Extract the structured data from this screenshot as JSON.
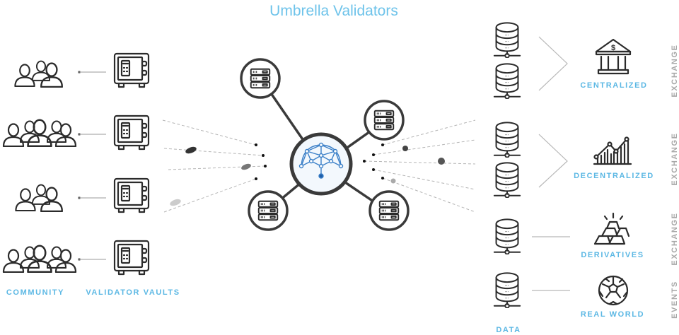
{
  "title": "Umbrella Validators",
  "left": {
    "community_label": "COMMUNITY",
    "vaults_label": "VALIDATOR VAULTS"
  },
  "right": {
    "data_label": "DATA",
    "sources": [
      {
        "name": "CENTRALIZED",
        "category": "EXCHANGE",
        "icon": "bank-icon"
      },
      {
        "name": "DECENTRALIZED",
        "category": "EXCHANGE",
        "icon": "chart-icon"
      },
      {
        "name": "DERIVATIVES",
        "category": "EXCHANGE",
        "icon": "gold-bars-icon"
      },
      {
        "name": "REAL WORLD",
        "category": "EVENTS",
        "icon": "soccer-ball-icon"
      }
    ]
  },
  "colors": {
    "accent": "#5cb8e4",
    "title": "#6ec3ea",
    "stroke": "#2b2b2b",
    "umbrella": "#3a7fc8"
  }
}
